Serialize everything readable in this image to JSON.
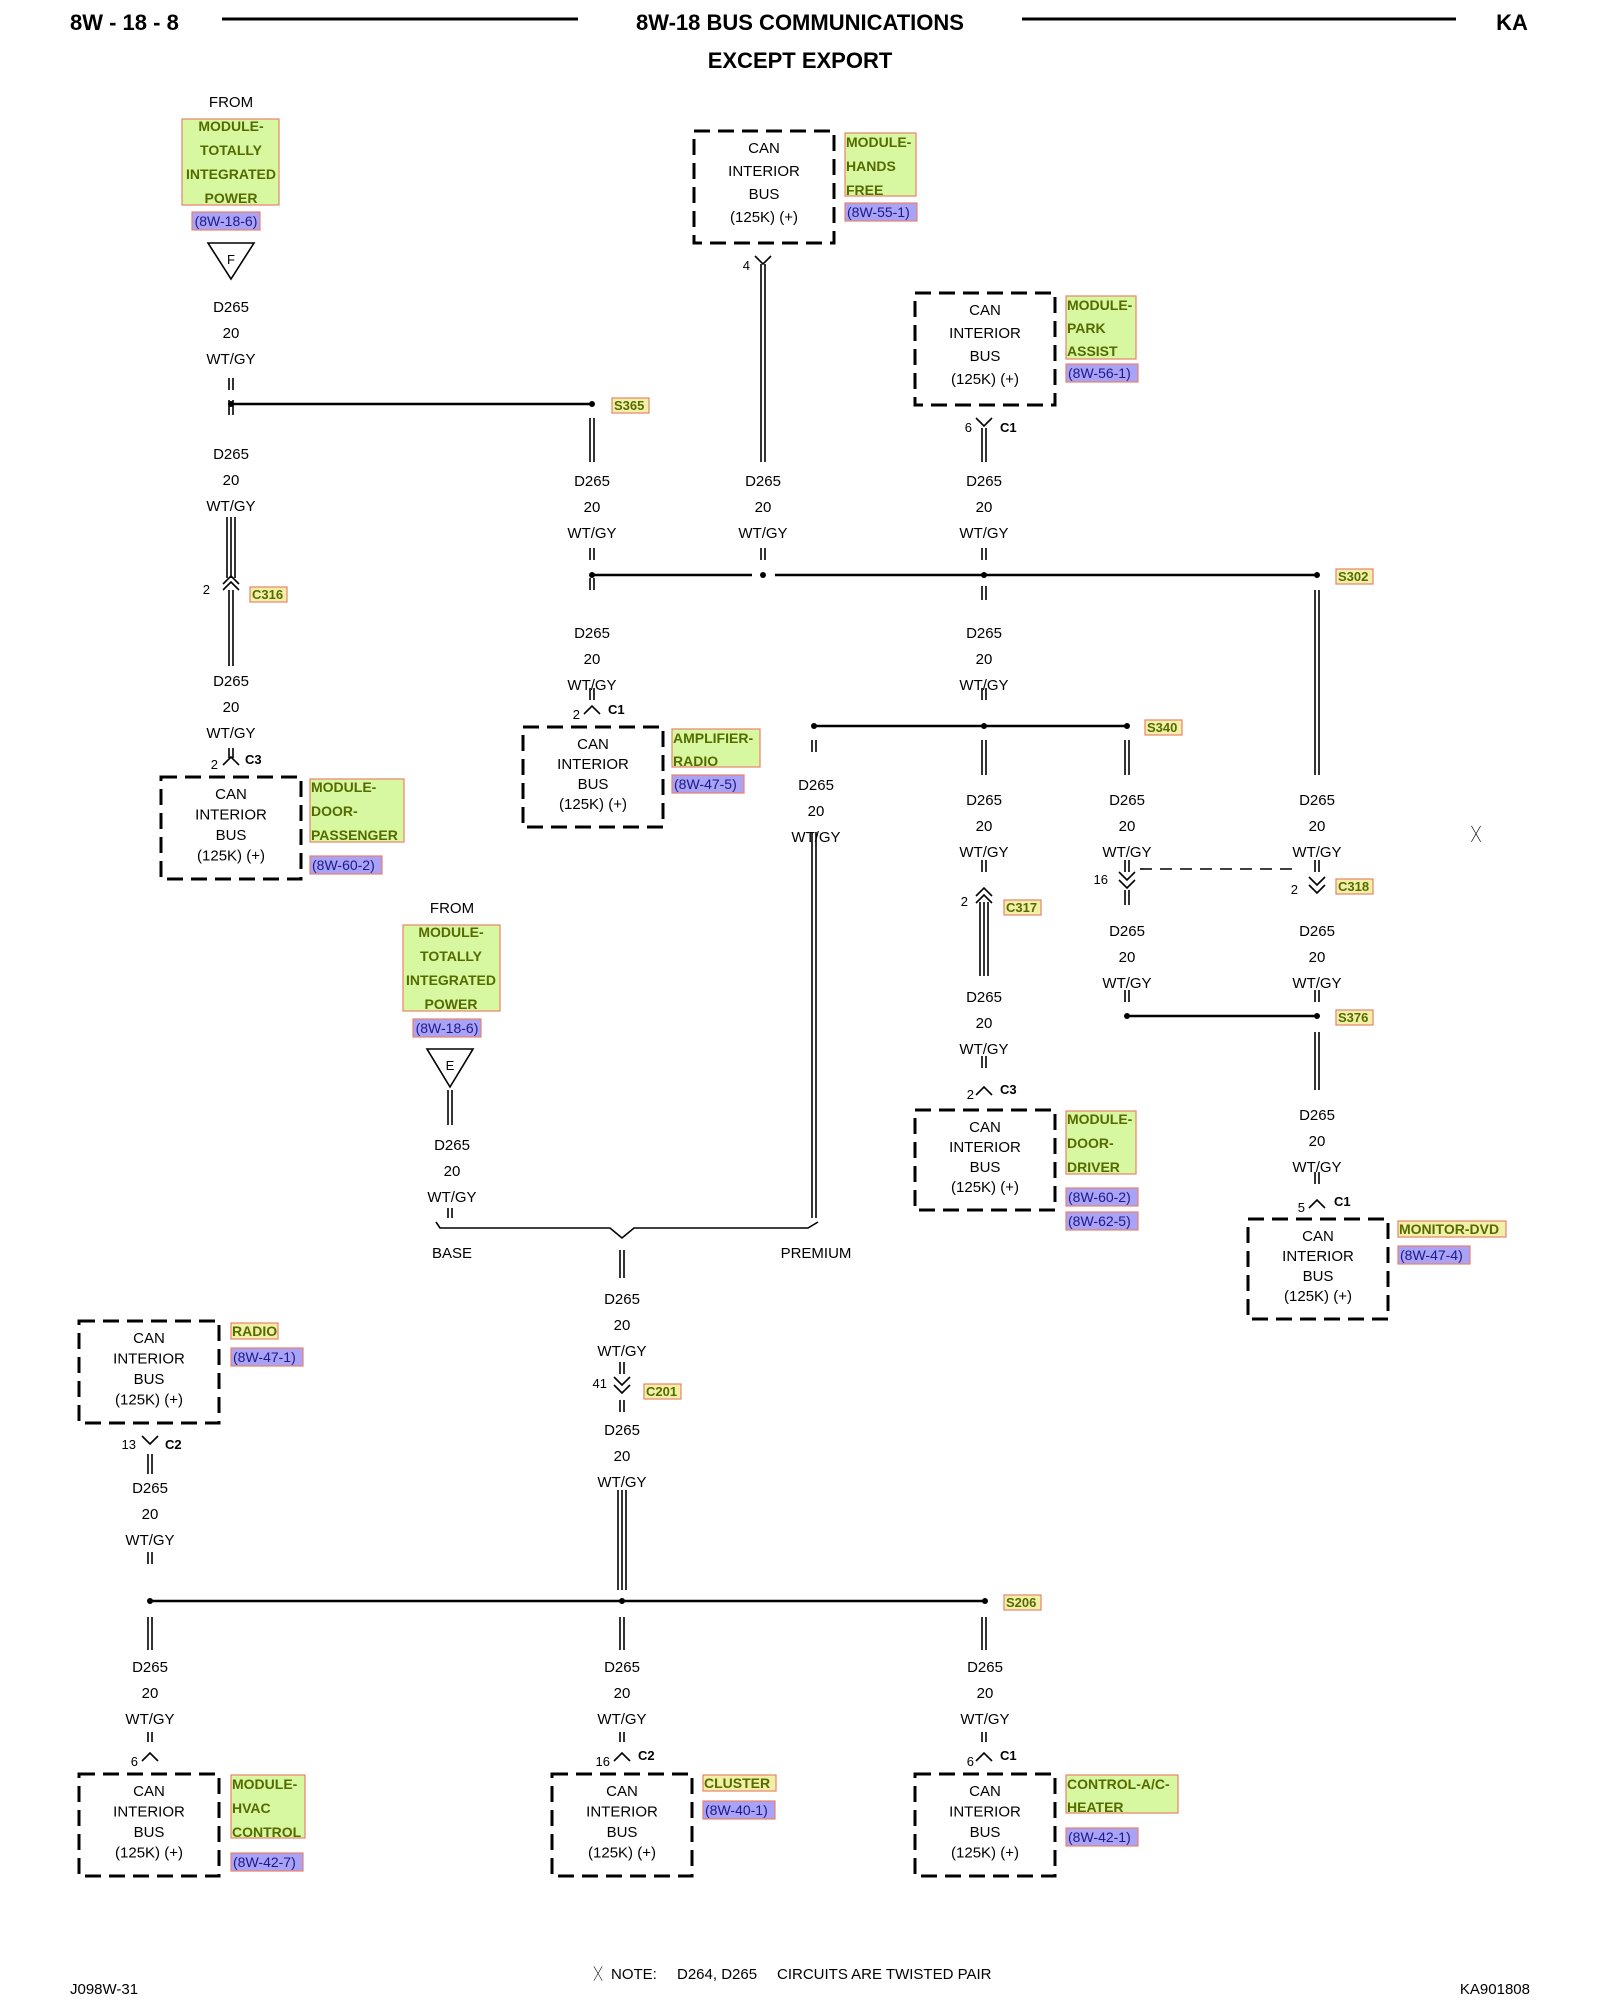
{
  "header": {
    "page": "8W - 18 - 8",
    "title": "8W-18 BUS COMMUNICATIONS",
    "subtitle": "EXCEPT EXPORT",
    "code": "KA"
  },
  "common": {
    "circuit": "D265",
    "gauge": "20",
    "color": "WT/GY",
    "can1": "CAN",
    "can2": "INTERIOR",
    "can3": "BUS",
    "can4": "(125K) (+)",
    "from": "FROM",
    "base": "BASE",
    "premium": "PREMIUM"
  },
  "modules": {
    "tip_top": {
      "lines": [
        "MODULE-",
        "TOTALLY",
        "INTEGRATED",
        "POWER"
      ],
      "ref": "(8W-18-6)",
      "conn": "F"
    },
    "tip_mid": {
      "lines": [
        "MODULE-",
        "TOTALLY",
        "INTEGRATED",
        "POWER"
      ],
      "ref": "(8W-18-6)",
      "conn": "E"
    },
    "hands_free": {
      "lines": [
        "MODULE-",
        "HANDS",
        "FREE"
      ],
      "ref": "(8W-55-1)",
      "pin": "4"
    },
    "park_assist": {
      "lines": [
        "MODULE-",
        "PARK",
        "ASSIST"
      ],
      "ref": "(8W-56-1)",
      "pin": "6",
      "conn": "C1"
    },
    "door_passenger": {
      "lines": [
        "MODULE-",
        "DOOR-",
        "PASSENGER"
      ],
      "ref": "(8W-60-2)",
      "pin": "2",
      "conn": "C3"
    },
    "amplifier_radio": {
      "lines": [
        "AMPLIFIER-",
        "RADIO"
      ],
      "ref": "(8W-47-5)",
      "pin": "2",
      "conn": "C1"
    },
    "door_driver": {
      "lines": [
        "MODULE-",
        "DOOR-",
        "DRIVER"
      ],
      "refs": [
        "(8W-60-2)",
        "(8W-62-5)"
      ],
      "pin": "2",
      "conn": "C3"
    },
    "monitor_dvd": {
      "lines": [
        "MONITOR-DVD"
      ],
      "ref": "(8W-47-4)",
      "pin": "5",
      "conn": "C1"
    },
    "radio": {
      "lines": [
        "RADIO"
      ],
      "ref": "(8W-47-1)",
      "pin": "13",
      "conn": "C2"
    },
    "hvac": {
      "lines": [
        "MODULE-",
        "HVAC",
        "CONTROL"
      ],
      "ref": "(8W-42-7)",
      "pin": "6"
    },
    "cluster": {
      "lines": [
        "CLUSTER"
      ],
      "ref": "(8W-40-1)",
      "pin": "16",
      "conn": "C2"
    },
    "ac_heater": {
      "lines": [
        "CONTROL-A/C-",
        "HEATER"
      ],
      "ref": "(8W-42-1)",
      "pin": "6",
      "conn": "C1"
    }
  },
  "splices": [
    "S365",
    "S302",
    "S340",
    "S376",
    "S206"
  ],
  "connectors": {
    "c316": {
      "name": "C316",
      "pin": "2"
    },
    "c317": {
      "name": "C317",
      "pin": "2"
    },
    "c318": {
      "name": "C318",
      "pin": "2",
      "pin_b": "16"
    },
    "c201": {
      "name": "C201",
      "pin": "41"
    }
  },
  "footer": {
    "left": "J098W-31",
    "note_prefix": "NOTE:",
    "note_circuits": "D264, D265",
    "note_text": "CIRCUITS ARE TWISTED PAIR",
    "right": "KA901808"
  }
}
